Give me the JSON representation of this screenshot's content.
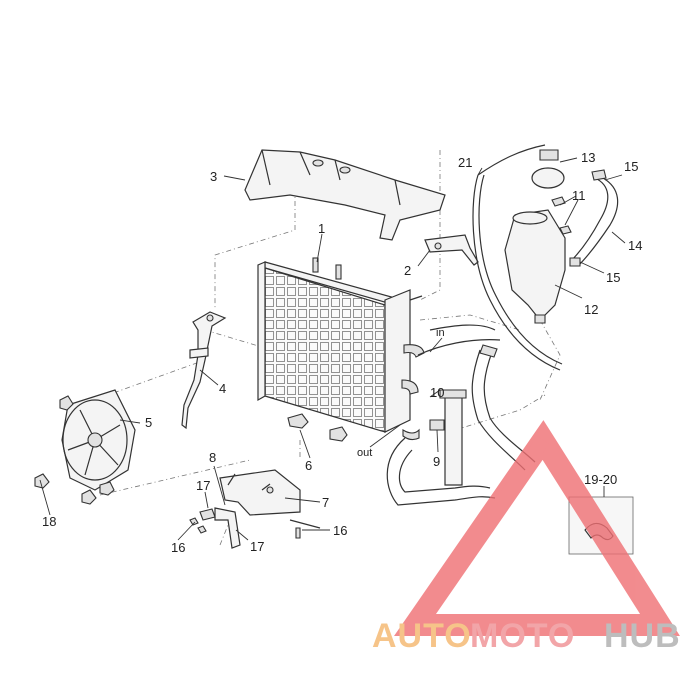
{
  "diagram": {
    "callouts": {
      "c1": "1",
      "c2": "2",
      "c3": "3",
      "c4": "4",
      "c5": "5",
      "c6": "6",
      "c7": "7",
      "c8": "8",
      "c9": "9",
      "c10": "10",
      "c11": "11",
      "c12": "12",
      "c13": "13",
      "c14": "14",
      "c15a": "15",
      "c15b": "15",
      "c16a": "16",
      "c16b": "16",
      "c17a": "17",
      "c17b": "17",
      "c18": "18",
      "c19_20": "19-20",
      "c21": "21"
    },
    "flow": {
      "in": "in",
      "out": "out"
    }
  },
  "watermark": {
    "part1": "AUTO",
    "part2": "MOTO",
    "part3": "HUB",
    "colors": {
      "auto": "#f6c489",
      "moto": "#f2a5a8",
      "hub": "#bdbdbd",
      "triangle": "#ef6f73"
    }
  }
}
